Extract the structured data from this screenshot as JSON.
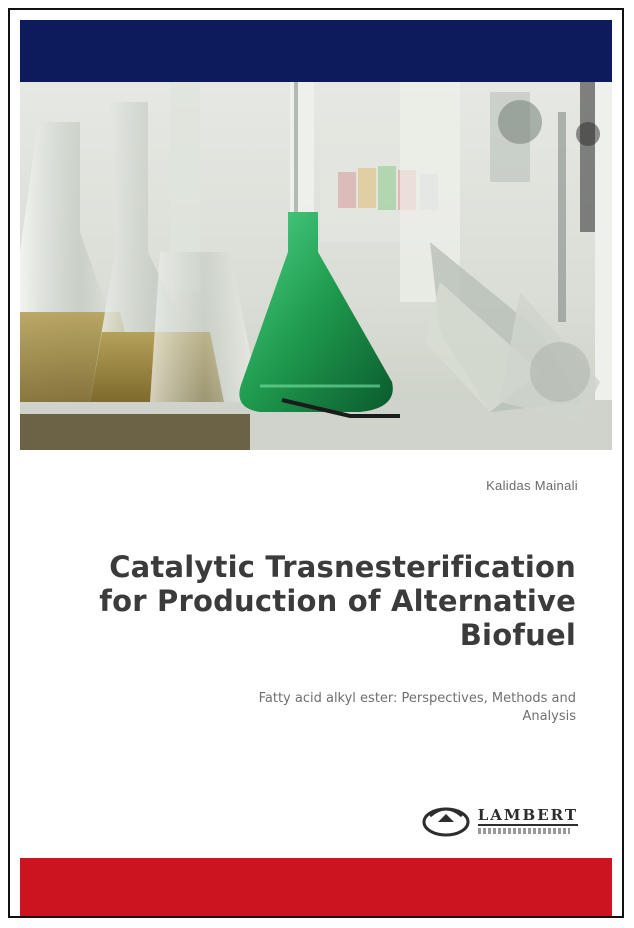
{
  "book": {
    "author": "Kalidas Mainali",
    "title": "Catalytic Trasnesterification for Production of Alternative Biofuel",
    "title_lines": [
      "Catalytic Trasnesterification",
      "for Production of Alternative",
      "Biofuel"
    ],
    "subtitle_lines": [
      "Fatty acid alkyl ester: Perspectives, Methods and",
      "Analysis"
    ],
    "publisher": "LAMBERT"
  },
  "colors": {
    "top_band": "#0d1a5c",
    "bottom_band": "#cc1420",
    "flask_green": "#1f9a4e"
  },
  "icons": {
    "publisher_logo": "lambert-logo-icon"
  }
}
